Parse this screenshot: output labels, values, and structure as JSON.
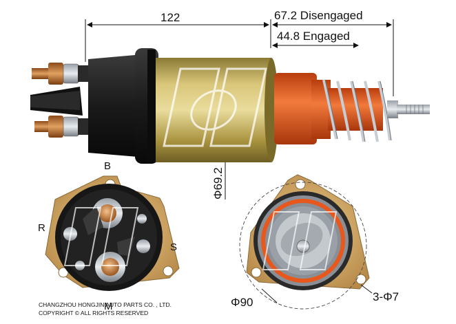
{
  "dimensions": {
    "body_length": "122",
    "stroke_disengaged": "67.2 Disengaged",
    "stroke_engaged": "44.8 Engaged",
    "body_diameter": "Φ69.2",
    "flange_diameter": "Φ90",
    "mounting_holes": "3-Φ7"
  },
  "terminals": {
    "b": "B",
    "r": "R",
    "s": "S",
    "m": "M"
  },
  "footer": {
    "company": "CHANGZHOU HONGJIN AUTO PARTS CO. , LTD.",
    "copyright": "COPYRIGHT © ALL RIGHTS RESERVED"
  },
  "colors": {
    "body_brass": "#c9b25a",
    "cap_black": "#1b1b1b",
    "boot_orange": "#e8571c",
    "flange_tan": "#d4a866"
  }
}
